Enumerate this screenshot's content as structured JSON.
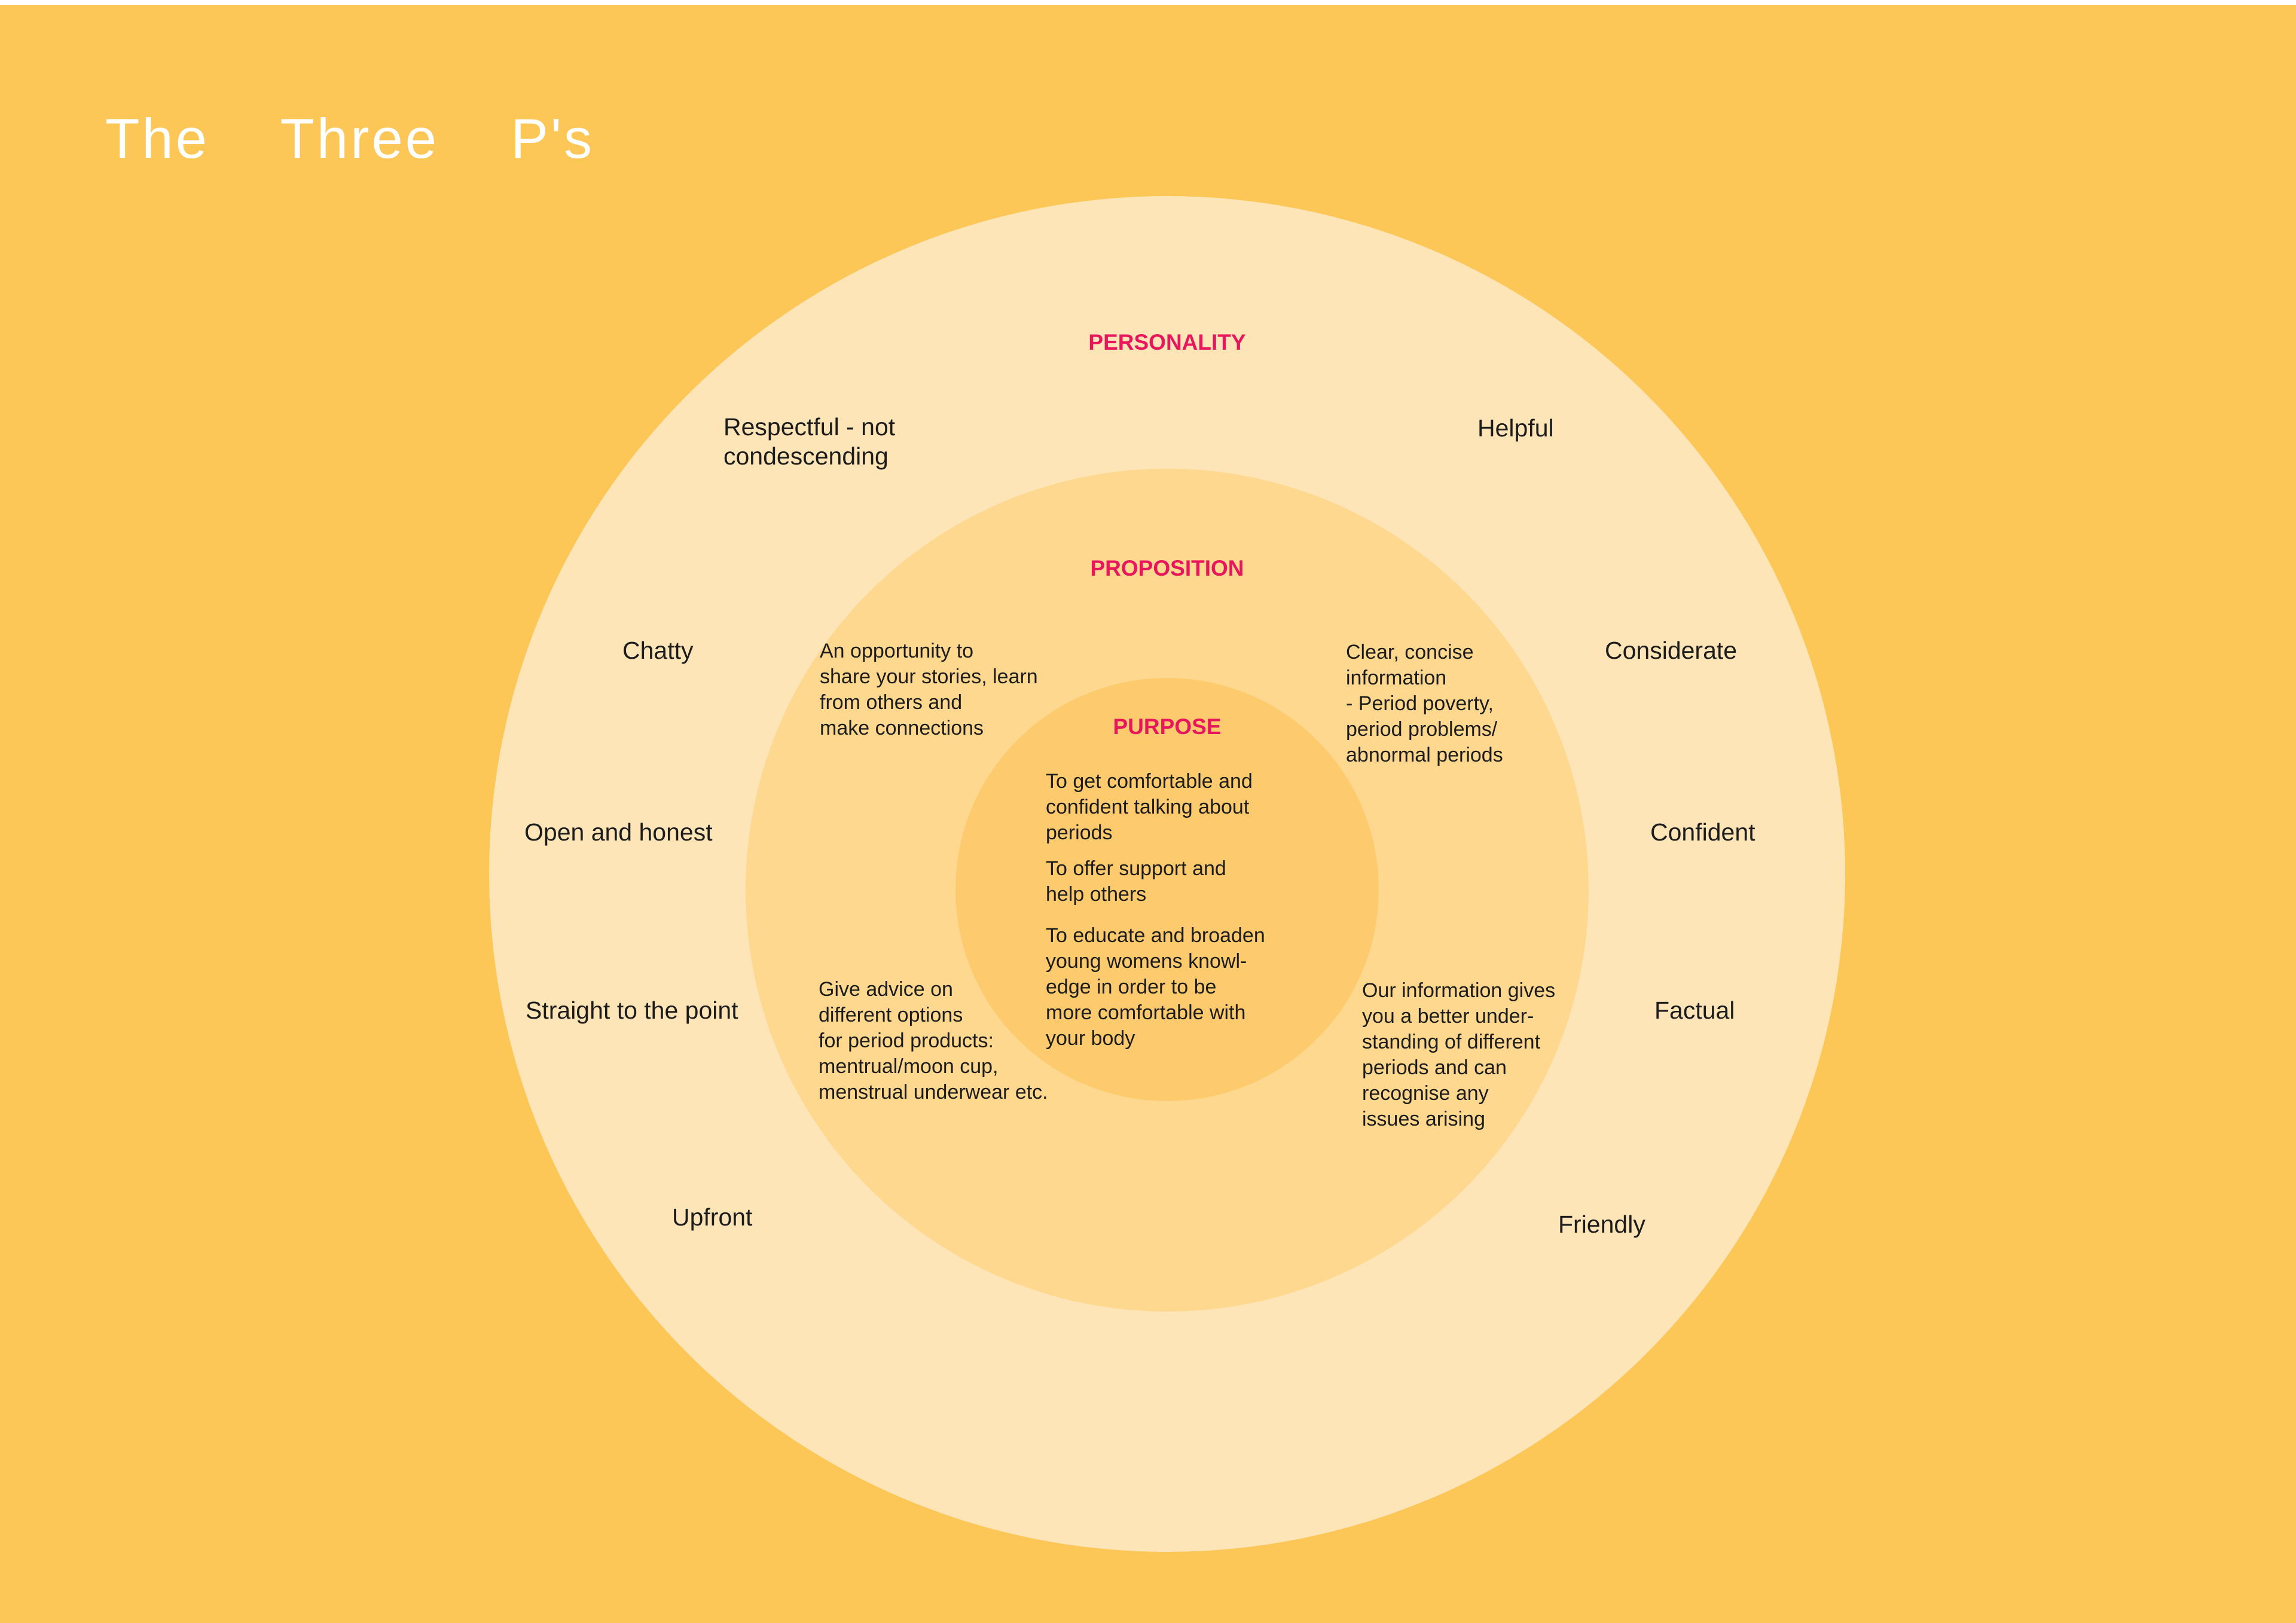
{
  "title": "The  Three  P's",
  "colors": {
    "background": "#fdc757",
    "outer": "#fee5b8",
    "middle": "#fed88e",
    "inner": "#fdcb6e",
    "heading": "#e8175d"
  },
  "headings": {
    "personality": "PERSONALITY",
    "proposition": "PROPOSITION",
    "purpose": "PURPOSE"
  },
  "personality": {
    "respectful": "Respectful - not\ncondescending",
    "helpful": "Helpful",
    "chatty": "Chatty",
    "considerate": "Considerate",
    "open": "Open and honest",
    "confident": "Confident",
    "straight": "Straight to the point",
    "factual": "Factual",
    "upfront": "Upfront",
    "friendly": "Friendly"
  },
  "proposition": {
    "opportunity": "An opportunity to\nshare your stories, learn\nfrom others and\nmake connections",
    "clear": "Clear, concise\ninformation\n- Period poverty,\nperiod problems/\nabnormal periods",
    "advice": "Give advice on\ndifferent options\nfor period products:\nmentrual/moon cup,\nmenstrual underwear etc.",
    "information": "Our information gives\nyou a better under-\nstanding of different\nperiods and can\nrecognise any\nissues arising"
  },
  "purpose": {
    "p1": "To get comfortable and\nconfident talking about\nperiods",
    "p2": "To offer support and\nhelp others",
    "p3": "To educate and broaden\nyoung womens knowl-\nedge in order to be\nmore comfortable with\nyour body"
  }
}
